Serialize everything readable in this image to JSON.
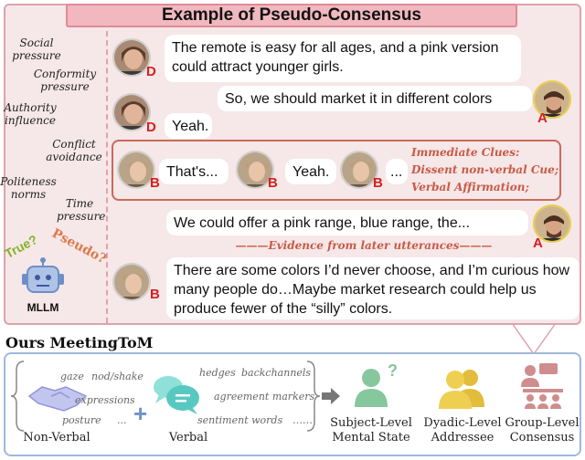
{
  "title": "Example of Pseudo-Consensus",
  "pressures": [
    "Social pressure",
    "Conformity pressure",
    "Authority influence",
    "Conflict avoidance",
    "Politeness norms",
    "Time pressure"
  ],
  "mllm": {
    "true_label": "True?",
    "pseudo_label": "Pseudo?",
    "name": "MLLM"
  },
  "utterances": {
    "u1": "The remote is easy for all ages, and a pink version could attract younger girls.",
    "u2": "So, we should market it in different colors",
    "u3": "Yeah.",
    "b1": "That's...",
    "b2": "Yeah.",
    "b3": "...",
    "u5": "We could offer a pink range, blue range, the...",
    "u6": "There are some colors I’d never choose, and I’m curious how many people do…Maybe market research could help us produce fewer of the “silly” colors."
  },
  "speakers": {
    "d": "D",
    "a": "A",
    "b": "B"
  },
  "clues": [
    "Immediate Clues:",
    "Dissent non-verbal Cue;",
    "Verbal Affirmation;"
  ],
  "evidence": "———Evidence from later utterances———",
  "ours_title": "Ours MeetingToM",
  "nonverbal": {
    "cues": [
      "gaze",
      "nod/shake",
      "expressions",
      "posture",
      "..."
    ],
    "label": "Non-Verbal"
  },
  "plus": "+",
  "verbal": {
    "cues": [
      "hedges",
      "backchannels",
      "agreement markers",
      "sentiment words",
      "……"
    ],
    "label": "Verbal"
  },
  "levels": {
    "subject": {
      "line1": "Subject-Level",
      "line2": "Mental State",
      "question": "?"
    },
    "dyadic": {
      "line1": "Dyadic-Level",
      "line2": "Addressee"
    },
    "group": {
      "line1": "Group-Level",
      "line2": "Consensus"
    }
  },
  "colors": {
    "pink_panel": "#f6e7e8",
    "pink_border": "#dca3ad",
    "title_bg": "#f1b8bf",
    "speaker_red": "#d42020",
    "clue_orange": "#c85a45",
    "blue_border": "#9eb8de",
    "green": "#86c79e",
    "yellow": "#efcf52",
    "rose": "#cf8d8d"
  }
}
